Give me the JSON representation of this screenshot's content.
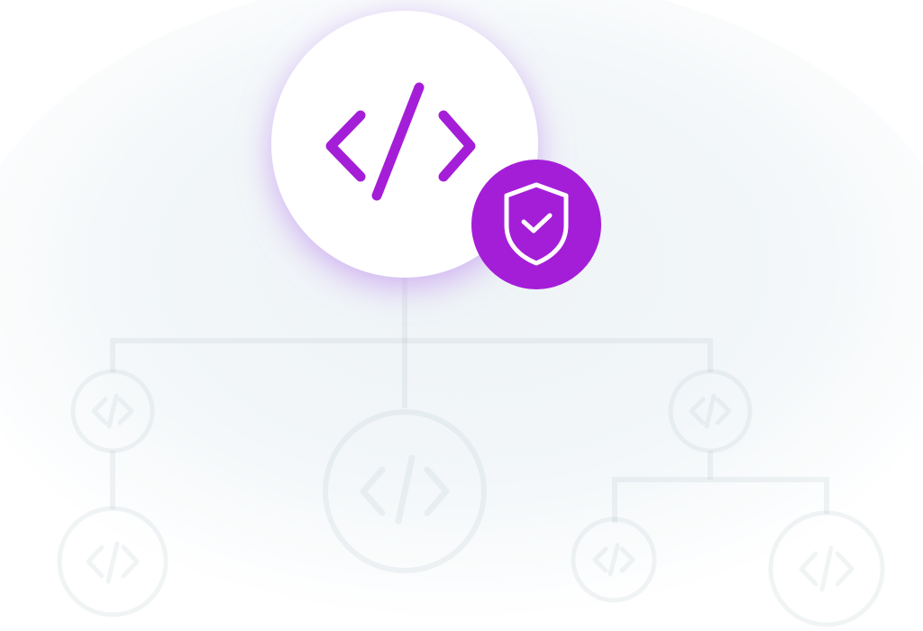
{
  "diagram": {
    "background_color": "#ffffff",
    "glow_color": "#eef3f6",
    "line_color": "#9fb3ba",
    "accent_color": "#a41ed8",
    "root_fill": "#ffffff",
    "root_shadow_color": "#c9a3f0",
    "badge_icon_color": "#ffffff",
    "root": {
      "icon": "code-brackets-icon"
    },
    "badge": {
      "icon": "shield-check-icon"
    },
    "children": [
      {
        "id": "left",
        "icon": "code-brackets-icon",
        "child_count": 1
      },
      {
        "id": "center",
        "icon": "code-brackets-icon",
        "child_count": 0
      },
      {
        "id": "right",
        "icon": "code-brackets-icon",
        "child_count": 2
      }
    ]
  }
}
